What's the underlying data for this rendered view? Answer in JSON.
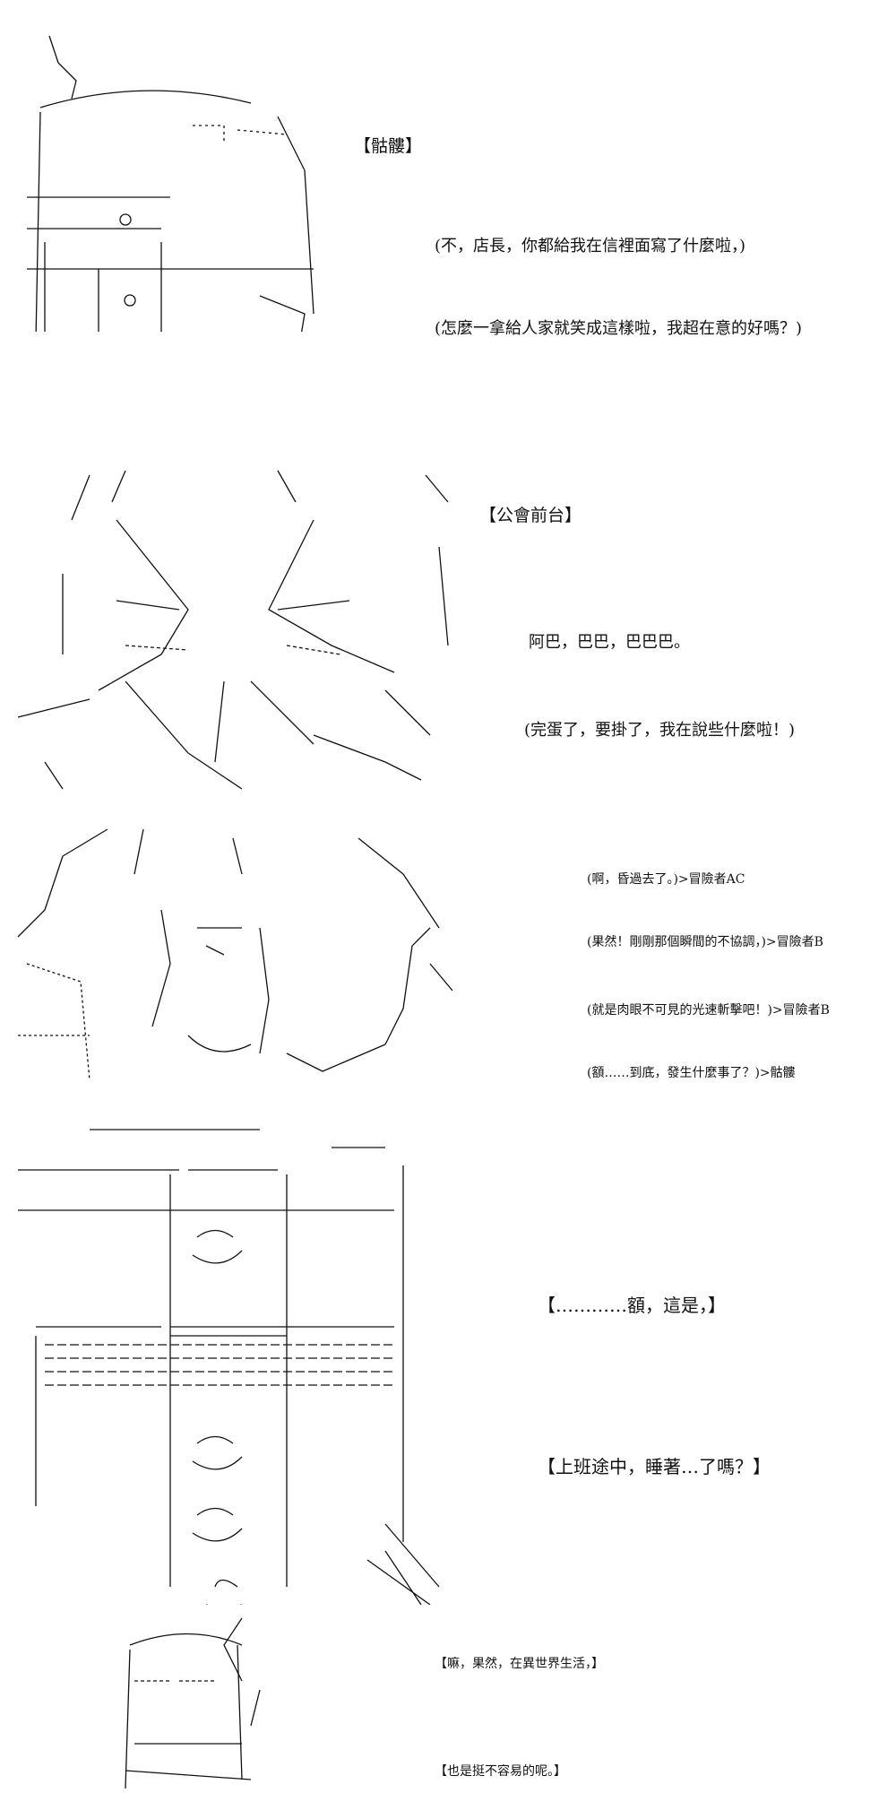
{
  "panels": [
    {
      "speaker": "【骷髏】",
      "lines": [
        "(不，店長，你都給我在信裡面寫了什麼啦，)",
        "(怎麼一拿給人家就笑成這樣啦，我超在意的好嗎？)"
      ]
    },
    {
      "speaker": "【公會前台】",
      "lines": [
        "阿巴，巴巴，巴巴巴。",
        "(完蛋了，要掛了，我在說些什麼啦！)"
      ]
    },
    {
      "lines": [
        "(啊，昏過去了。)>冒險者AC",
        "(果然！剛剛那個瞬間的不協調，)>冒險者B",
        "(就是肉眼不可見的光速斬擊吧！)>冒險者B",
        "(額……到底，發生什麼事了？)>骷髏"
      ]
    },
    {
      "lines": [
        "【…………額，這是，】",
        "【上班途中，睡著…了嗎？】"
      ]
    },
    {
      "lines": [
        "【嘛，果然，在異世界生活，】",
        "【也是挺不容易的呢。】"
      ]
    }
  ],
  "colors": {
    "ink": "#111111",
    "background": "#ffffff"
  }
}
